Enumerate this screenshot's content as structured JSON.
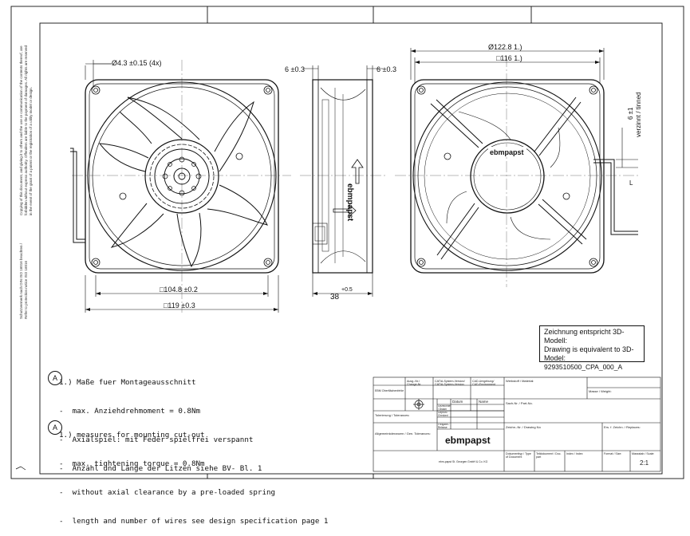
{
  "dimensions": {
    "hole_dia": "Ø4.3 ±0.15 (4x)",
    "side_offset_left": "6 ±0.3",
    "side_offset_right": "6 ±0.3",
    "outer_dia": "Ø122.8  1.)",
    "square_116": "□116  1.)",
    "square_1048": "□104.8 ±0.2",
    "square_119": "□119 ±0.3",
    "depth_38": "38",
    "depth_tol": "+0.5",
    "lead_strip": "6 ±1",
    "tinned": "verzinnt / tinned",
    "lead_L": "L"
  },
  "brand": {
    "logo_text": "ebmpapst",
    "side_label": "ebmpapst"
  },
  "model_box": {
    "line1": "Zeichnung entspricht 3D-Modell:",
    "line2": "Drawing is equivalent to 3D-Model:",
    "model": "9293510500_CPA_000_A"
  },
  "notes_de": {
    "title": "1.) Maße fuer Montageausschnitt",
    "line1": "-  max. Anziehdrehmoment = 0.8Nm",
    "line2": "-  Axialspiel: mit Feder spielfrei verspannt",
    "line3": "-  Anzahl und Länge der Litzen siehe BV- Bl. 1"
  },
  "notes_en": {
    "title": "1.) measures for mounting cut-out",
    "line1": "-  max. tightening torque = 0.8Nm",
    "line2": "-  without axial clearance by a pre-loaded spring",
    "line3": "-  length and number of wires see design specification page 1"
  },
  "marker": "A",
  "title_block": {
    "c1": "EBM Oberflächenfehle",
    "c2": "Ausg.-Nr./\nChange-Nr.",
    "c3": "CATIA-System-Version/\nCATIA-System-Version",
    "c4": "CAD-Umgebung/\nCAD-Environment",
    "werkstoff": "Werkstoff / Material:",
    "masse": "Masse / Weight:",
    "datum": "Datum",
    "name": "Name",
    "gezeichnet": "Gezeichnet / Drawn",
    "geprueft": "Geprüft / Checked",
    "freigabe": "Freigabe / Release",
    "sachnr": "Sach-Nr. / Part-No.",
    "toleranz": "Tolerierung / Tolerances:",
    "allg": "Allgemeintoleranzen / Gen. Tolerances:",
    "zeichnungsnr": "Zeichn.-Nr. / Drawing No",
    "ersatz": "Ers. f. Zeichn. / Replaces:",
    "dokumenttyp": "Dokumenttyp / Type of Document",
    "teildoku": "Teildokument / Doc. part",
    "index": "Index / Index",
    "format": "Format / Size:",
    "massstab": "Massstab / Scale:",
    "scale": "2:1",
    "company": "ebm-papst St. Georgen GmbH & Co. KG",
    "logo": "ebmpapst"
  },
  "sidebar_text": {
    "legal1": "Copying of this document, and giving it to others and the use or communication of the contents thereof, are",
    "legal2": "forbidden without express authority. Offenders are liable to the payment of damages. All rights are reserved",
    "legal3": "in the event of the grant of a patent or the registration of a utility model or design.",
    "iso1": "Schutzvermerk nach DIN ISO 16016 beachten /",
    "iso2": "Refer to protection notice ISO 16016"
  }
}
